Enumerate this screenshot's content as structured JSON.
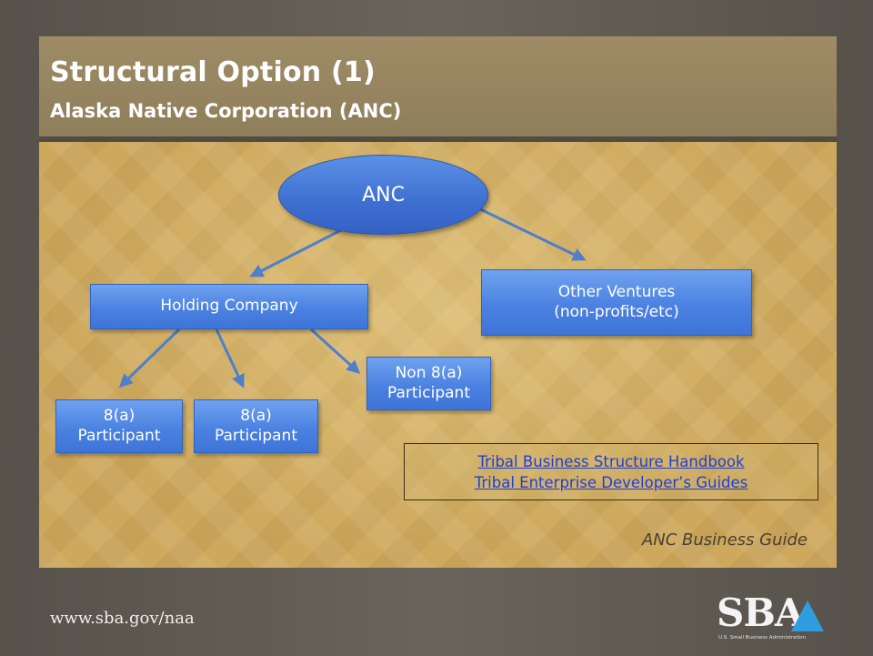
{
  "slide": {
    "title": "Structural Option (1)",
    "subtitle": "Alaska Native Corporation (ANC)"
  },
  "diagram": {
    "root": "ANC",
    "holding_company": "Holding Company",
    "other_ventures": [
      "Other Ventures",
      "(non-profits/etc)"
    ],
    "participant_a": [
      "8(a)",
      "Participant"
    ],
    "participant_b": [
      "8(a)",
      "Participant"
    ],
    "non_participant": [
      "Non 8(a)",
      "Participant"
    ]
  },
  "links": {
    "handbook": "Tribal Business Structure Handbook",
    "developer_guides": "Tribal Enterprise Developer’s Guides"
  },
  "guide_label": "ANC Business Guide",
  "footer": {
    "url": "www.sba.gov/naa",
    "logo_text": "SBA",
    "logo_subtext": "U.S. Small Business Administration"
  },
  "colors": {
    "node_blue": "#4b82e1",
    "link_blue": "#1f3fd6",
    "content_gold": "#cda85d",
    "header_band": "#9e8c66"
  }
}
